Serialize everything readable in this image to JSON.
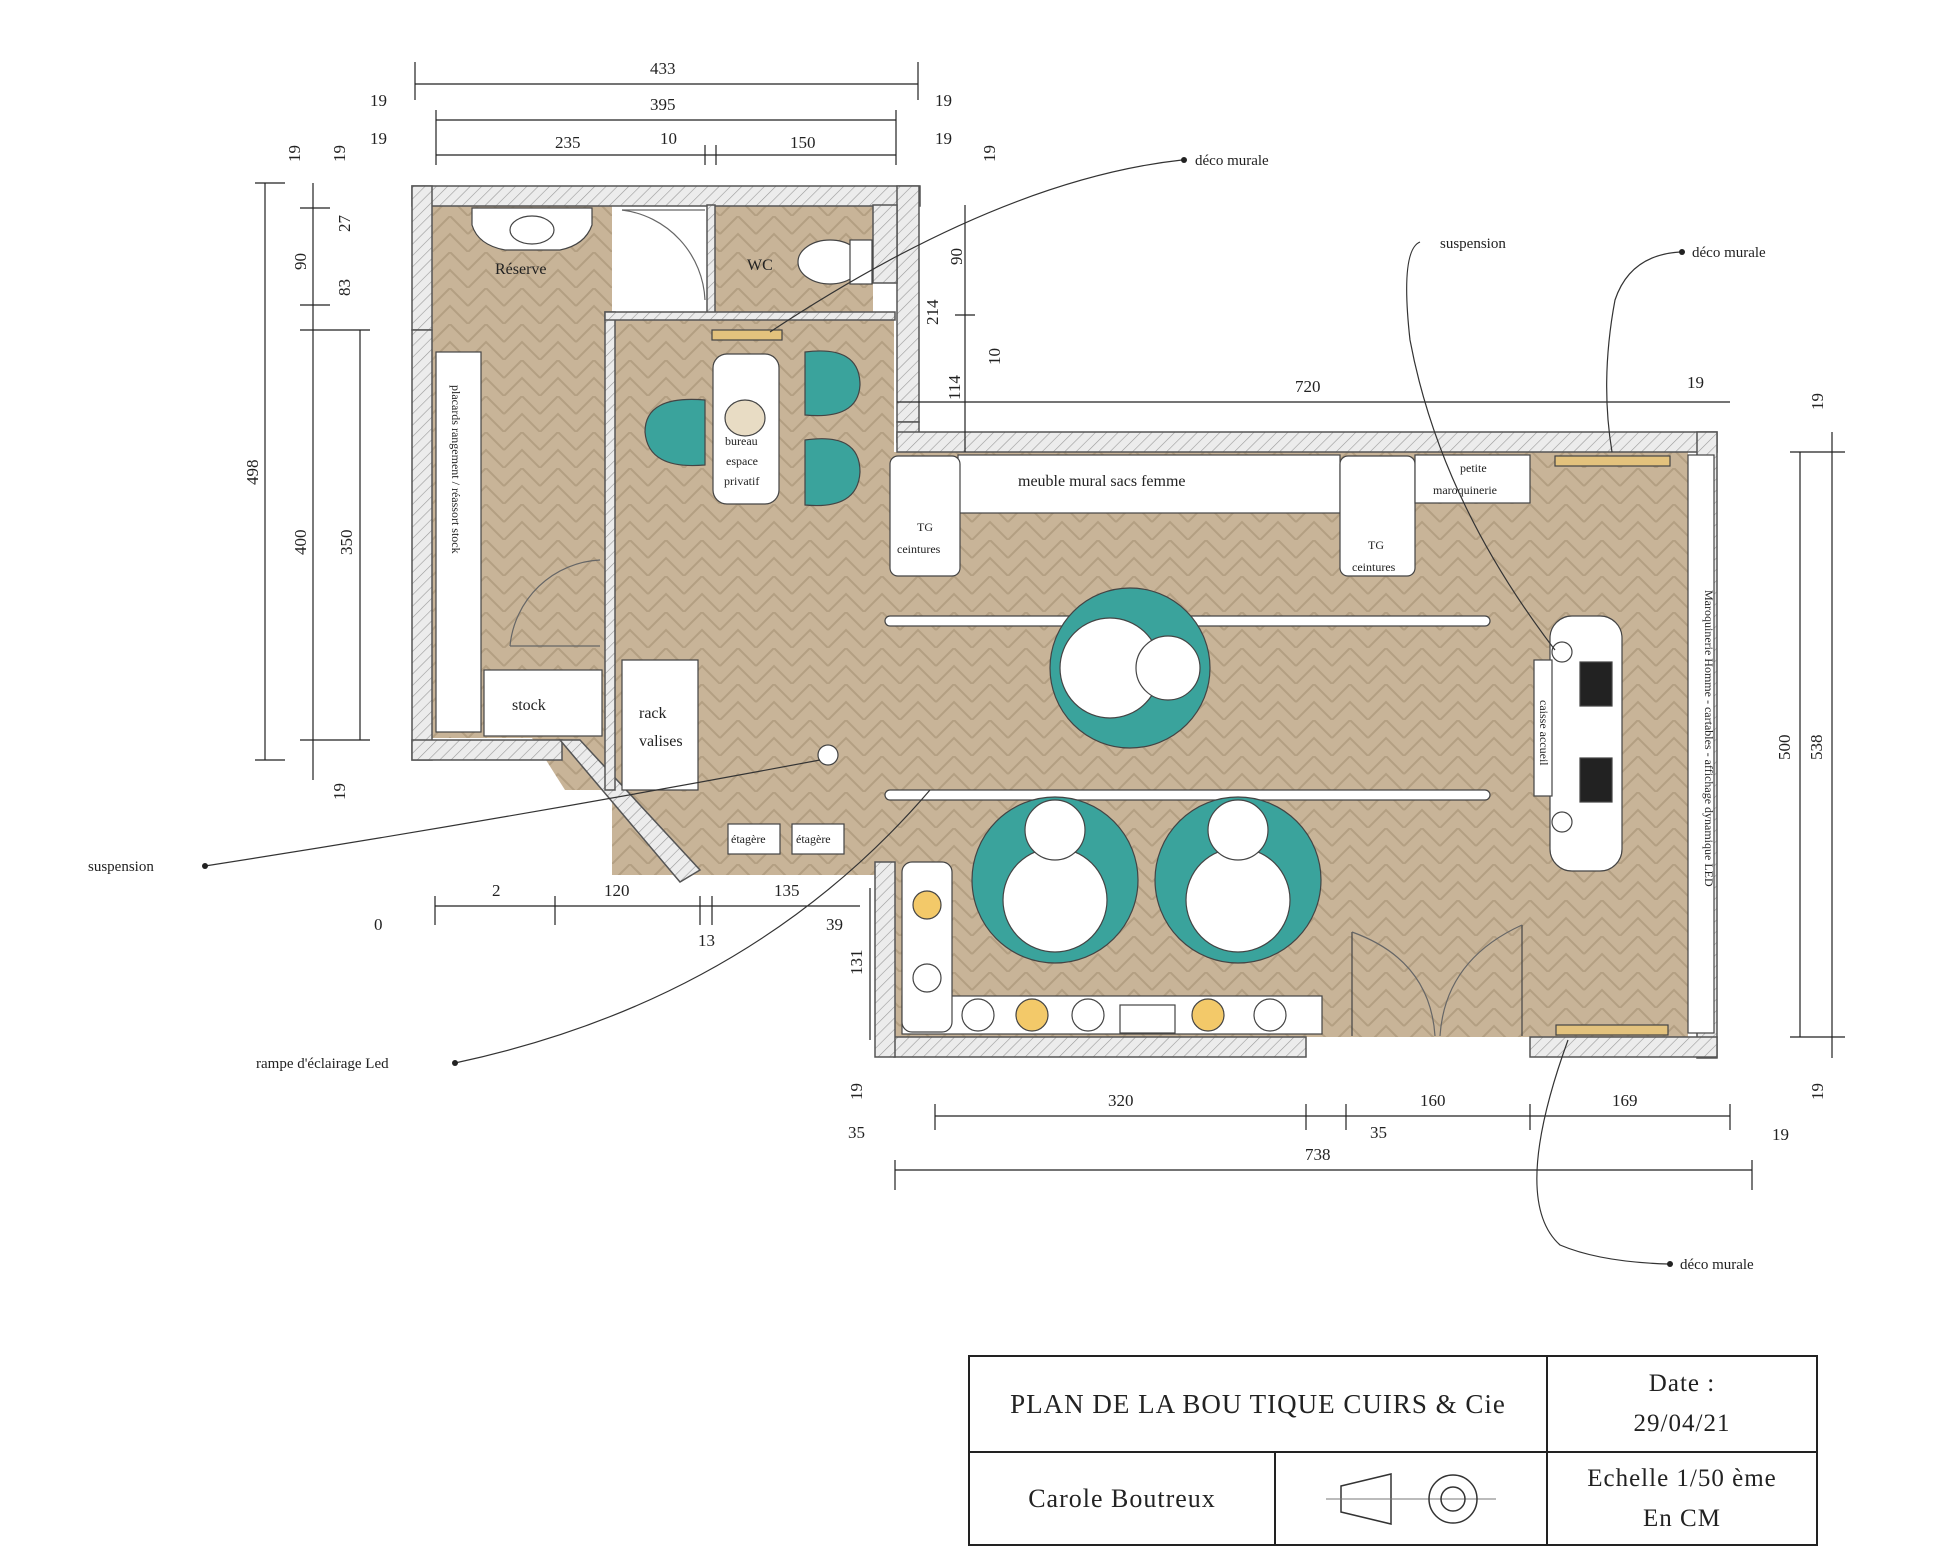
{
  "plan": {
    "dimensions": {
      "top_total": "433",
      "top_inner": "395",
      "wall_19": "19",
      "reserve_width": "235",
      "partition_10": "10",
      "wc_width": "150",
      "wall_27": "27",
      "door_90": "90",
      "opening_83": "83",
      "left_total": "498",
      "left_400": "400",
      "left_350": "350",
      "corr_214": "214",
      "corr_114": "114",
      "corr_10": "10",
      "shop_720": "720",
      "right_500": "500",
      "right_538": "538",
      "bottom_0": "0",
      "bottom_2": "2",
      "bottom_120": "120",
      "bottom_135": "135",
      "bottom_13": "13",
      "bottom_39": "39",
      "bottom_131": "131",
      "bottom_320": "320",
      "bottom_160": "160",
      "bottom_169": "169",
      "bottom_35": "35",
      "bottom_738": "738"
    },
    "rooms": {
      "reserve": "Réserve",
      "wc": "WC",
      "placards": "placards rangement / réassort stock",
      "stock": "stock",
      "rack_line1": "rack",
      "rack_line2": "valises",
      "bureau_line1": "bureau",
      "bureau_line2": "espace",
      "bureau_line3": "privatif",
      "meuble_mural": "meuble mural sacs femme",
      "petite_line1": "petite",
      "petite_line2": "maroquinerie",
      "tg_left_line1": "TG",
      "tg_left_line2": "ceintures",
      "tg_right_line1": "TG",
      "tg_right_line2": "ceintures",
      "etagere_1": "étagère",
      "etagere_2": "étagère",
      "right_wall": "Maroquinerie Homme - cartables - affichage dynamique LED",
      "comptoir": "caisse accueil"
    },
    "annotations": {
      "deco_murale_top": "déco murale",
      "suspension_top": "suspension",
      "deco_murale_right": "déco murale",
      "suspension_left": "suspension",
      "rampe": "rampe d'éclairage Led",
      "deco_murale_bottom": "déco murale"
    },
    "colors": {
      "floor": "#c9b79c",
      "wall": "#e4e4e4",
      "teal": "#3aa39c",
      "yellow": "#f3c969"
    }
  },
  "title_block": {
    "title": "PLAN DE LA BOU TIQUE CUIRS & Cie",
    "date_label": "Date :",
    "date_value": "29/04/21",
    "author": "Carole Boutreux",
    "scale_line1": "Echelle 1/50 ème",
    "scale_line2": "En CM",
    "projection_symbol": "first-angle-projection-icon"
  }
}
